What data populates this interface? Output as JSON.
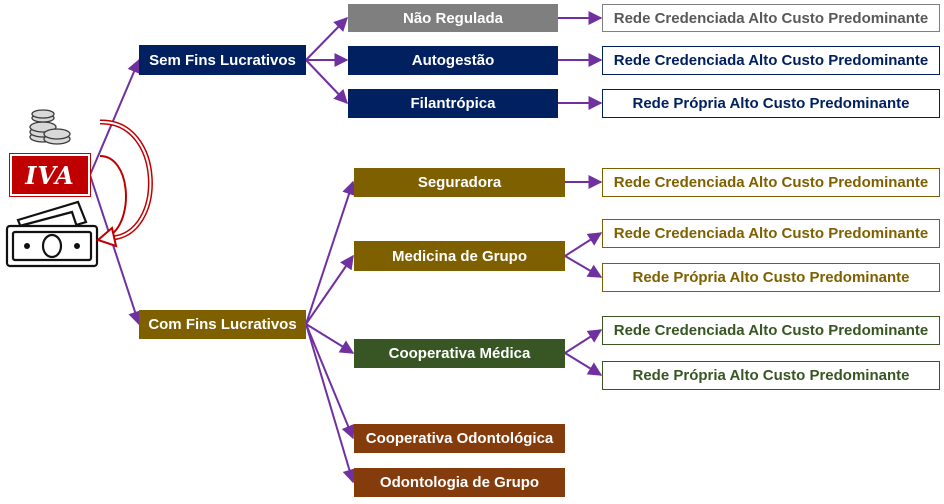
{
  "iva_label": "IVA",
  "icons": {
    "coins": "coins-icon",
    "banknote": "banknote-icon",
    "cycle": "cycle-arrow-icon"
  },
  "colors": {
    "connector": "#7030a0",
    "navy": "#002060",
    "gray": "#7f7f7f",
    "olive": "#7f6000",
    "green": "#375623",
    "brown": "#843c0c",
    "iva_red": "#c00000"
  },
  "groups": {
    "sem_fins": {
      "label": "Sem Fins Lucrativos",
      "types": [
        {
          "label": "Não Regulada",
          "networks": [
            "Rede Credenciada Alto Custo Predominante"
          ]
        },
        {
          "label": "Autogestão",
          "networks": [
            "Rede Credenciada Alto Custo Predominante"
          ]
        },
        {
          "label": "Filantrópica",
          "networks": [
            "Rede Própria Alto Custo Predominante"
          ]
        }
      ]
    },
    "com_fins": {
      "label": "Com Fins Lucrativos",
      "types": [
        {
          "label": "Seguradora",
          "networks": [
            "Rede Credenciada Alto Custo Predominante"
          ]
        },
        {
          "label": "Medicina de Grupo",
          "networks": [
            "Rede Credenciada Alto Custo Predominante",
            "Rede Própria Alto Custo Predominante"
          ]
        },
        {
          "label": "Cooperativa Médica",
          "networks": [
            "Rede Credenciada Alto Custo Predominante",
            "Rede Própria Alto Custo Predominante"
          ]
        },
        {
          "label": "Cooperativa Odontológica",
          "networks": []
        },
        {
          "label": "Odontologia de Grupo",
          "networks": []
        }
      ]
    }
  }
}
